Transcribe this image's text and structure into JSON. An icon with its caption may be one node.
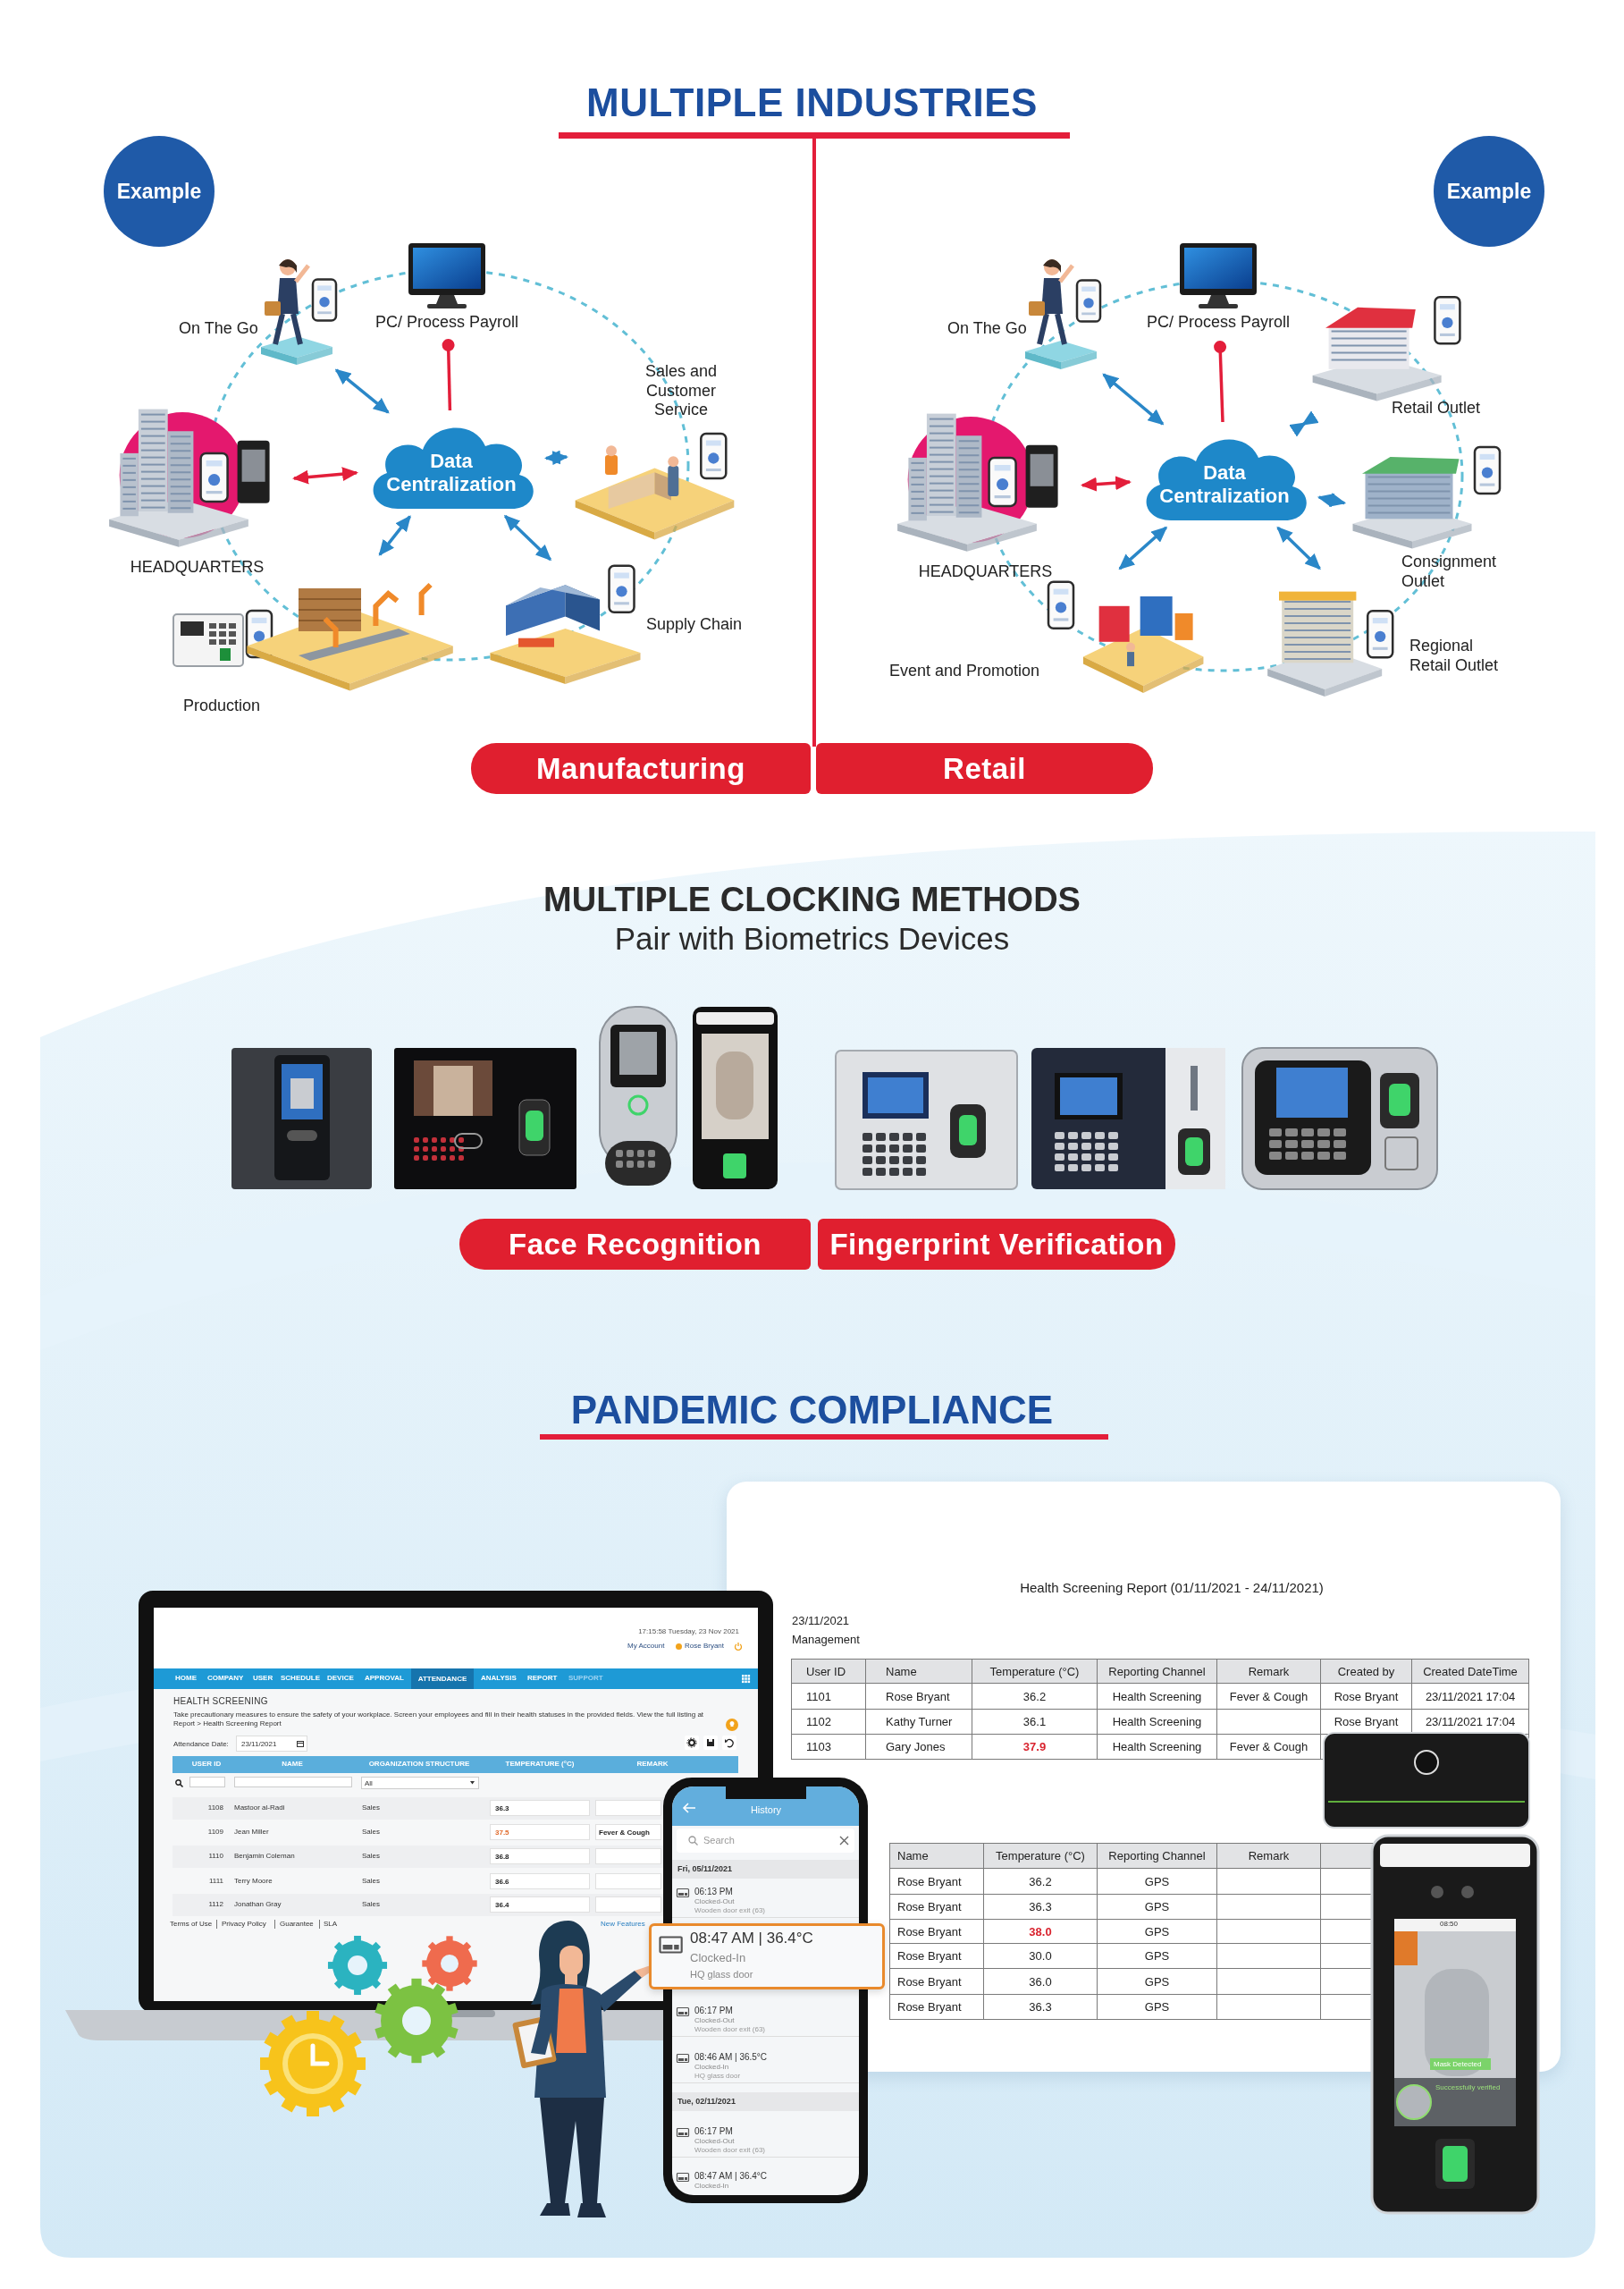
{
  "diagram": {
    "nodes": [
      {
        "text": [
          "Example"
        ]
      },
      {
        "text": [
          "Data Centralization"
        ]
      },
      {
        "text": [
          "On The Go"
        ]
      },
      {
        "text": [
          "PC/ Process Payroll"
        ]
      },
      {
        "text": [
          "Sales and Customer Service"
        ]
      },
      {
        "text": [
          "HEADQUARTERS"
        ]
      },
      {
        "text": [
          "Production"
        ]
      },
      {
        "text": [
          "Supply Chain"
        ]
      },
      {
        "text": [
          "Manufacturing"
        ]
      },
      {
        "text": [
          "Example"
        ]
      },
      {
        "text": [
          "Data Centralization"
        ]
      },
      {
        "text": [
          "On The Go"
        ]
      },
      {
        "text": [
          "PC/ Process Payroll"
        ]
      },
      {
        "text": [
          "Retail Outlet"
        ]
      },
      {
        "text": [
          "HEADQUARTERS"
        ]
      },
      {
        "text": [
          "Consignment Outlet"
        ]
      },
      {
        "text": [
          "Event and Promotion"
        ]
      },
      {
        "text": [
          "Regional Retail Outlet"
        ]
      },
      {
        "text": [
          "Retail"
        ]
      },
      {
        "text": [
          "Face Recognition"
        ]
      },
      {
        "text": [
          "Fingerprint Verification"
        ]
      }
    ],
    "edges": [
      {
        "from": 1,
        "to": 2,
        "arrow": "both"
      },
      {
        "from": 1,
        "to": 3,
        "arrow": "other",
        "color": "#e31e3a"
      },
      {
        "from": 1,
        "to": 4,
        "arrow": "both"
      },
      {
        "from": 1,
        "to": 5,
        "arrow": "both",
        "color": "#e31e3a"
      },
      {
        "from": 1,
        "to": 6,
        "arrow": "both"
      },
      {
        "from": 1,
        "to": 7,
        "arrow": "both"
      },
      {
        "from": 10,
        "to": 11,
        "arrow": "both"
      },
      {
        "from": 10,
        "to": 12,
        "arrow": "other",
        "color": "#e31e3a"
      },
      {
        "from": 10,
        "to": 13,
        "arrow": "both"
      },
      {
        "from": 10,
        "to": 14,
        "arrow": "both",
        "color": "#e31e3a"
      },
      {
        "from": 10,
        "to": 15,
        "arrow": "both"
      },
      {
        "from": 10,
        "to": 16,
        "arrow": "both"
      },
      {
        "from": 10,
        "to": 17,
        "arrow": "both"
      }
    ],
    "labels": [
      "MULTIPLE INDUSTRIES",
      "MULTIPLE CLOCKING METHODS",
      "Pair with Biometrics Devices",
      "PANDEMIC COMPLIANCE",
      "17:15:58 Tuesday, 23 Nov 2021",
      "My Account",
      "Rose Bryant",
      "HOME",
      "COMPANY",
      "USER",
      "SCHEDULE",
      "DEVICE",
      "APPROVAL",
      "ATTENDANCE",
      "ANALYSIS",
      "REPORT",
      "SUPPORT",
      "HEALTH SCREENING",
      "Take precautionary measures to ensure the safety of your workplace. Screen your employees and fill in their health statuses in the provided fields. View the full listing at Report > Health Screening Report",
      "Attendance Date:",
      "23/11/2021",
      "USER ID",
      "NAME",
      "ORGANIZATION STRUCTURE",
      "TEMPERATURE (°C)",
      "REMARK",
      "All",
      "1108",
      "Mastoor al-Radi",
      "Sales",
      "36.3",
      "1109",
      "Jean Miller",
      "Sales",
      "37.5",
      "Fever & Cough",
      "1110",
      "Benjamin Coleman",
      "Sales",
      "36.8",
      "1111",
      "Terry Moore",
      "Sales",
      "36.6",
      "1112",
      "Jonathan Gray",
      "Sales",
      "36.4",
      "Terms of Use",
      "Privacy Policy",
      "Guarantee",
      "SLA",
      "New Features",
      "Health Screening Report (01/11/2021 - 24/11/2021)",
      "23/11/2021",
      "Management",
      "User ID",
      "Name",
      "Temperature (°C)",
      "Reporting Channel",
      "Remark",
      "Created by",
      "Created DateTime",
      "1101",
      "Rose Bryant",
      "36.2",
      "Health Screening",
      "Fever & Cough",
      "Rose Bryant",
      "23/11/2021 17:04",
      "1102",
      "Kathy Turner",
      "36.1",
      "Health Screening",
      "Rose Bryant",
      "23/11/2021 17:04",
      "1103",
      "Gary Jones",
      "37.9",
      "Health Screening",
      "Fever & Cough",
      "Name",
      "Temperature (°C)",
      "Reporting Channel",
      "Remark",
      "Rose Bryant",
      "36.2",
      "GPS",
      "Rose Bryant",
      "36.3",
      "GPS",
      "Rose Bryant",
      "38.0",
      "GPS",
      "Rose Bryant",
      "30.0",
      "GPS",
      "Rose Bryant",
      "36.0",
      "GPS",
      "Rose Bryant",
      "36.3",
      "GPS",
      "History",
      "Search",
      "Fri, 05/11/2021",
      "06:13 PM",
      "Clocked-Out",
      "Wooden door exit (63)",
      "08:47 AM | 36.4°C",
      "Clocked-In",
      "HQ glass door",
      "06:17 PM",
      "Clocked-Out",
      "Wooden door exit (63)",
      "08:46 AM | 36.5°C",
      "Clocked-In",
      "HQ glass door",
      "Tue, 02/11/2021",
      "06:17 PM",
      "Clocked-Out",
      "Wooden door exit (63)",
      "08:47 AM | 36.4°C",
      "Clocked-In",
      "08:50",
      "Mask Detected",
      "Successfully verified"
    ]
  }
}
